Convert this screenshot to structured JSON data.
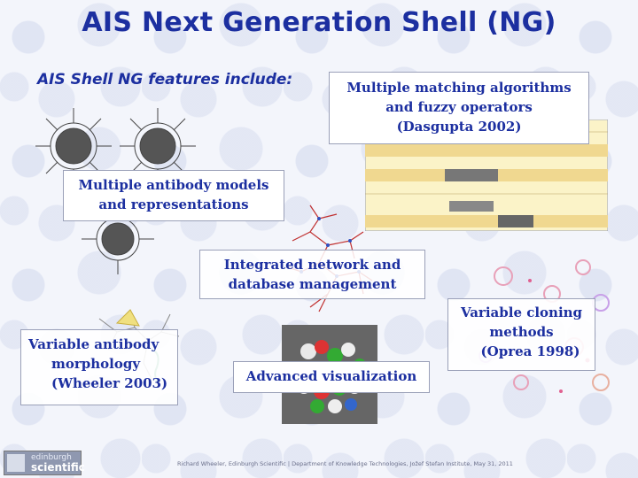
{
  "slide": {
    "title": "AIS Next Generation Shell (NG)",
    "subtitle": "AIS Shell NG features include:",
    "features": {
      "matching": [
        "Multiple matching algorithms",
        "and fuzzy operators",
        "(Dasgupta 2002)"
      ],
      "models": [
        "Multiple antibody models",
        "and representations"
      ],
      "network": [
        "Integrated network and",
        "database management"
      ],
      "morphology": [
        "Variable antibody",
        "morphology",
        "(Wheeler 2003)"
      ],
      "visualization": [
        "Advanced visualization"
      ],
      "cloning": [
        "Variable cloning",
        "methods",
        "(Oprea 1998)"
      ]
    },
    "footer": "Richard Wheeler, Edinburgh Scientific  |  Department of Knowledge Technologies, Jožef Stefan Institute, May 31, 2011",
    "logo": {
      "line1": "edinburgh",
      "line2": "scientific"
    }
  },
  "colors": {
    "title": "#1c2fa0",
    "background": "#f3f5fb"
  }
}
